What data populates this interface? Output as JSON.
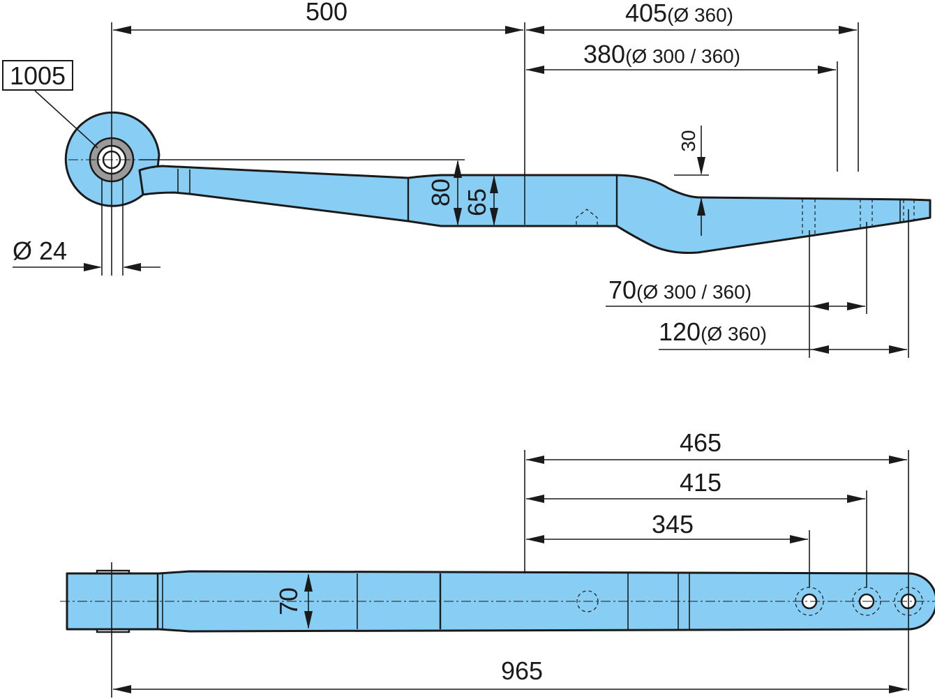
{
  "part_number": "1005",
  "dimensions": {
    "eye_to_center": "500",
    "len_405": "405",
    "len_405_note": "(Ø 360)",
    "len_380": "380",
    "len_380_note": "(Ø 300 / 360)",
    "step_30": "30",
    "thickness_80": "80",
    "thickness_65": "65",
    "eye_bore": "Ø 24",
    "len_70": "70",
    "len_70_note": "(Ø 300 / 360)",
    "len_120": "120",
    "len_120_note": "(Ø 360)",
    "hole_465": "465",
    "hole_415": "415",
    "hole_345": "345",
    "width_70": "70",
    "overall_965": "965"
  },
  "colors": {
    "part_fill": "#87cdf4",
    "line": "#1a1a1a",
    "bushing": "#9a9a9a"
  }
}
